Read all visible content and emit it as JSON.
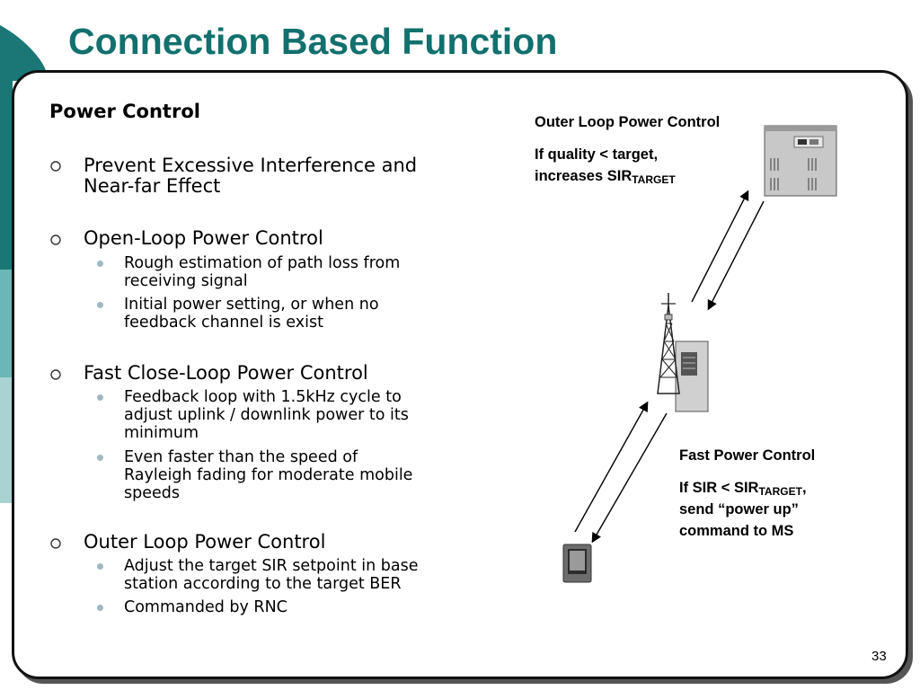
{
  "title": "Connection Based Function",
  "heading": "Power Control",
  "bullets": [
    {
      "lines": [
        "Prevent Excessive Interference and",
        "Near-far Effect"
      ],
      "sub": []
    },
    {
      "lines": [
        "Open-Loop Power Control"
      ],
      "sub": [
        {
          "lines": [
            "Rough estimation of path loss from",
            "receiving signal"
          ]
        },
        {
          "lines": [
            "Initial power setting, or when no",
            "feedback channel is exist"
          ]
        }
      ]
    },
    {
      "lines": [
        "Fast Close-Loop Power Control"
      ],
      "sub": [
        {
          "lines": [
            "Feedback loop with 1.5kHz cycle to",
            "adjust uplink / downlink power to its",
            "minimum"
          ]
        },
        {
          "lines": [
            "Even faster than the speed of",
            "Rayleigh fading for moderate mobile",
            "speeds"
          ]
        }
      ]
    },
    {
      "lines": [
        "Outer Loop Power Control"
      ],
      "sub": [
        {
          "lines": [
            "Adjust the target SIR setpoint in base",
            "station according to the target BER"
          ]
        },
        {
          "lines": [
            "Commanded by RNC"
          ]
        }
      ]
    }
  ],
  "outer_loop": {
    "title": "Outer Loop Power Control",
    "line1": "If quality < target,",
    "line2": "increases SIR",
    "line2_sub": "TARGET"
  },
  "fast_power": {
    "title": "Fast Power Control",
    "line1": "If SIR < SIR",
    "line1_sub": "TARGET",
    "line1_end": ",",
    "line2": "send “power up”",
    "line3": "command to MS"
  },
  "slide_number": "33",
  "icons": [
    "rnc-server-icon",
    "base-station-tower-icon",
    "mobile-phone-icon"
  ],
  "colors": {
    "title": "#12706e",
    "deco_dark": "#0f6f6d",
    "deco_light": "#a9d3d3",
    "sub_bullet": "#9fb9c4"
  }
}
